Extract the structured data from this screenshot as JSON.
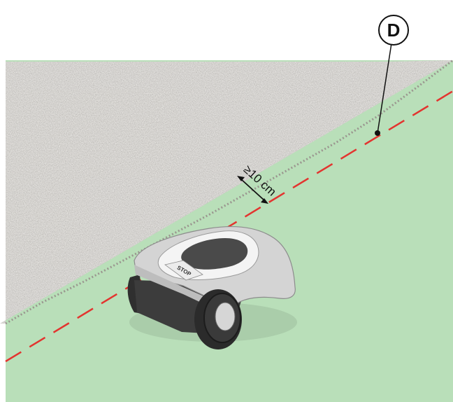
{
  "callout": {
    "label": "D"
  },
  "dimension": {
    "label": "≥10 cm"
  },
  "mower": {
    "button_label": "STOP"
  },
  "colors": {
    "lawn": "#b9dfb9",
    "gravel": "#b8b4ae",
    "boundary_line": "#e3342f",
    "mower_body": "#d2d2d2",
    "mower_dark": "#4a4a4a"
  }
}
